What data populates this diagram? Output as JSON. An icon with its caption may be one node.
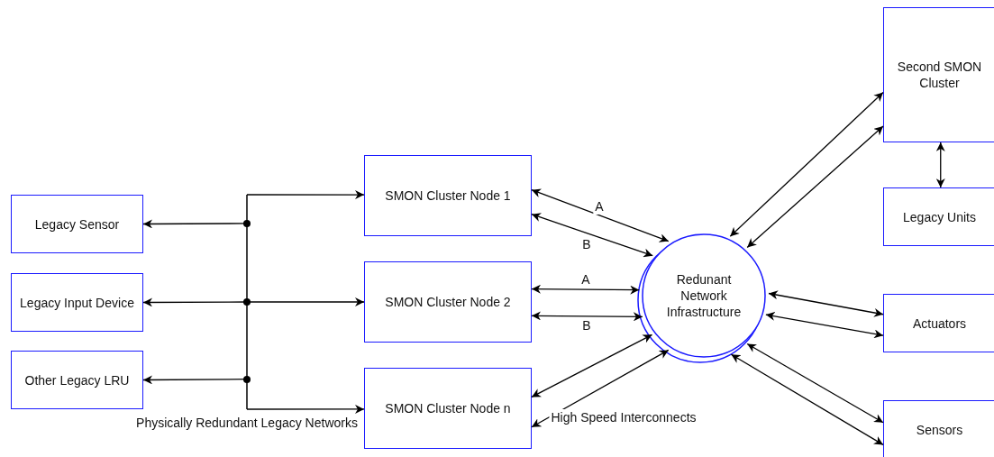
{
  "diagram": {
    "nodes": [
      {
        "text": [
          "Legacy Sensor"
        ]
      },
      {
        "text": [
          "Legacy Input Device"
        ]
      },
      {
        "text": [
          "Other Legacy LRU"
        ]
      },
      {
        "text": [
          "SMON Cluster Node 1"
        ]
      },
      {
        "text": [
          "SMON Cluster Node 2"
        ]
      },
      {
        "text": [
          "SMON Cluster Node n"
        ]
      },
      {
        "text": [
          "Redunant Network Infrastructure"
        ]
      },
      {
        "text": [
          "Second SMON Cluster"
        ]
      },
      {
        "text": [
          "Legacy Units"
        ]
      },
      {
        "text": [
          "Actuators"
        ]
      },
      {
        "text": [
          "Sensors"
        ]
      },
      {
        "text": [],
        "shape": "bar",
        "beside": [
          "Physically Redundant Legacy Networks"
        ]
      }
    ],
    "edges": [
      {
        "from": 3,
        "to": 6,
        "arrow": "both",
        "label": "A"
      },
      {
        "from": 3,
        "to": 6,
        "arrow": "both",
        "label": "B"
      },
      {
        "from": 4,
        "to": 6,
        "arrow": "both",
        "label": "A"
      },
      {
        "from": 4,
        "to": 6,
        "arrow": "both",
        "label": "B"
      },
      {
        "from": 5,
        "to": 6,
        "arrow": "both"
      },
      {
        "from": 5,
        "to": 6,
        "arrow": "both",
        "label": "High Speed Interconnects"
      },
      {
        "from": 6,
        "to": 7,
        "arrow": "both"
      },
      {
        "from": 6,
        "to": 7,
        "arrow": "both"
      },
      {
        "from": 7,
        "to": 8,
        "arrow": "both"
      },
      {
        "from": 6,
        "to": 9,
        "arrow": "both"
      },
      {
        "from": 6,
        "to": 9,
        "arrow": "both"
      },
      {
        "from": 6,
        "to": 10,
        "arrow": "both"
      },
      {
        "from": 6,
        "to": 10,
        "arrow": "both"
      },
      {
        "from": 11,
        "to": 0,
        "arrow": "to"
      },
      {
        "from": 11,
        "to": 1,
        "arrow": "to"
      },
      {
        "from": 11,
        "to": 2,
        "arrow": "to"
      },
      {
        "from": 11,
        "to": 3,
        "arrow": "to"
      },
      {
        "from": 11,
        "to": 4,
        "arrow": "to"
      },
      {
        "from": 11,
        "to": 5,
        "arrow": "to"
      }
    ]
  }
}
